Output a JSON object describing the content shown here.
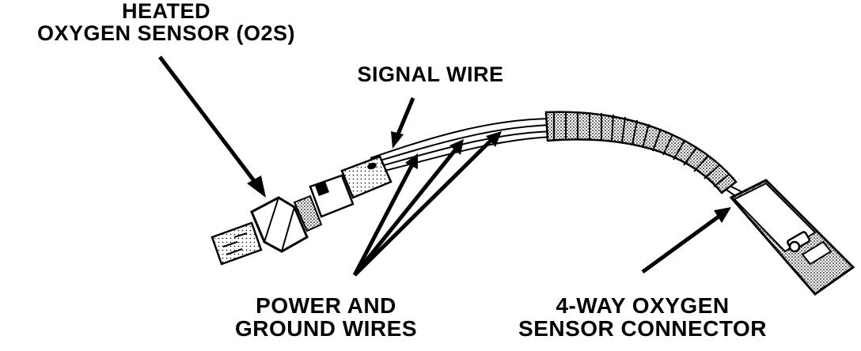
{
  "labels": {
    "o2s_line1": "HEATED",
    "o2s_line2": "OXYGEN SENSOR (O2S)",
    "signal": "SIGNAL WIRE",
    "power_line1": "POWER AND",
    "power_line2": "GROUND WIRES",
    "connector_line1": "4-WAY OXYGEN",
    "connector_line2": "SENSOR CONNECTOR"
  },
  "colors": {
    "ink": "#000000",
    "paper": "#ffffff"
  }
}
